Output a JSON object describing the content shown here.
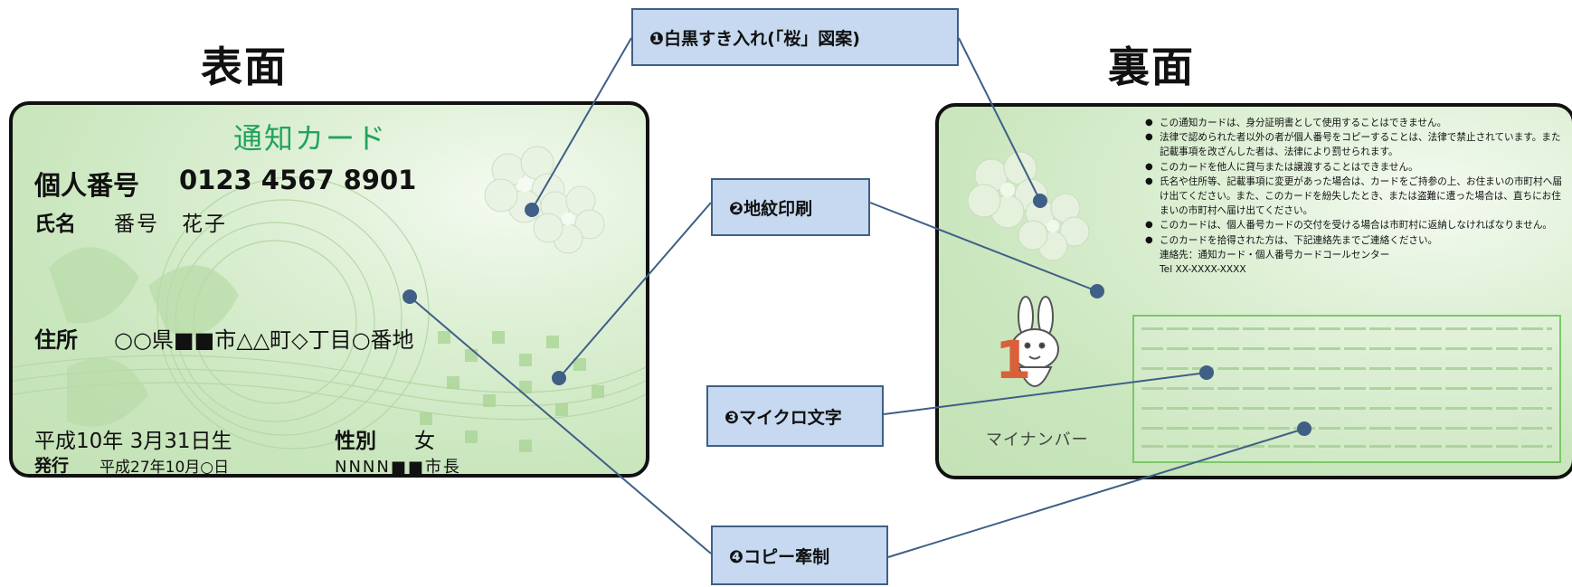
{
  "titles": {
    "front": "表面",
    "back": "裏面"
  },
  "front": {
    "card_title": "通知カード",
    "number_label": "個人番号",
    "number_value": "0123 4567 8901",
    "name_label": "氏名",
    "name_value": "番号　花子",
    "address_label": "住所",
    "address_value": "○○県■■市△△町◇丁目○番地",
    "birth": "平成10年 3月31日生",
    "sex_label": "性別",
    "sex_value": "女",
    "issue_label": "発行",
    "issue_date": "平成27年10月○日",
    "issuer": "NNNN■■市長"
  },
  "back": {
    "notes": [
      "この通知カードは、身分証明書として使用することはできません。",
      "法律で認められた者以外の者が個人番号をコピーすることは、法律で禁止されています。また記載事項を改ざんした者は、法律により罰せられます。",
      "このカードを他人に貸与または譲渡することはできません。",
      "氏名や住所等、記載事項に変更があった場合は、カードをご持参の上、お住まいの市町村へ届け出てください。また、このカードを紛失したとき、または盗難に遭った場合は、直ちにお住まいの市町村へ届け出てください。",
      "このカードは、個人番号カードの交付を受ける場合は市町村に返納しなければなりません。",
      "このカードを拾得された方は、下記連絡先までご連絡ください。"
    ],
    "contact": "連絡先：通知カード・個人番号カードコールセンター",
    "tel": "Tel XX-XXXX-XXXX",
    "mascot_label": "マイナンバー"
  },
  "callouts": [
    {
      "label": "❶白黒すき入れ(「桜」図案)"
    },
    {
      "label": "❷地紋印刷"
    },
    {
      "label": "❸マイクロ文字"
    },
    {
      "label": "❹コピー牽制"
    }
  ],
  "colors": {
    "card_green": "#c9e6bd",
    "title_green": "#21a35b",
    "callout_fill": "#c6d9f1",
    "leader_line": "#3f5f86"
  }
}
